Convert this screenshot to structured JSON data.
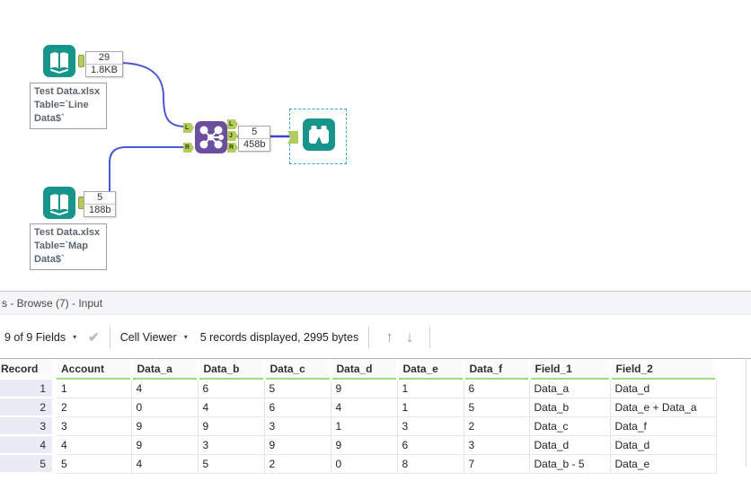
{
  "colors": {
    "teal": "#17958b",
    "purple": "#6c4e9e",
    "anchor-green": "#b4cb5e",
    "anchor-border": "#86a33c",
    "wire-blue": "#4a58d4",
    "wire-blue-dark": "#4444c8",
    "selection-blue": "#3ea1e6",
    "green-underline": "#9ade7c"
  },
  "canvas": {
    "tools": {
      "input1": {
        "count": "29",
        "size": "1.8KB",
        "label1": "Test Data.xlsx",
        "label2": "Table=`Line",
        "label3": "Data$`"
      },
      "input2": {
        "count": "5",
        "size": "188b",
        "label1": "Test Data.xlsx",
        "label2": "Table=`Map",
        "label3": "Data$`"
      },
      "join": {
        "count": "5",
        "size": "458b",
        "in_top": "L",
        "in_bottom": "R",
        "out_top": "L",
        "out_mid": "J",
        "out_bottom": "R"
      }
    }
  },
  "panel": {
    "title": "s - Browse (7) - Input",
    "toolbar": {
      "fields": "9 of 9 Fields",
      "caret": "▾",
      "check": "✔",
      "cell_viewer": "Cell Viewer",
      "records": "5 records displayed, 2995 bytes",
      "up": "↑",
      "down": "↓"
    },
    "table": {
      "columns": [
        "Record",
        "Account",
        "Data_a",
        "Data_b",
        "Data_c",
        "Data_d",
        "Data_e",
        "Data_f",
        "Field_1",
        "Field_2"
      ],
      "rows": [
        [
          "1",
          "1",
          "4",
          "6",
          "5",
          "9",
          "1",
          "6",
          "Data_a",
          "Data_d"
        ],
        [
          "2",
          "2",
          "0",
          "4",
          "6",
          "4",
          "1",
          "5",
          "Data_b",
          "Data_e + Data_a"
        ],
        [
          "3",
          "3",
          "9",
          "9",
          "3",
          "1",
          "3",
          "2",
          "Data_c",
          "Data_f"
        ],
        [
          "4",
          "4",
          "9",
          "3",
          "9",
          "9",
          "6",
          "3",
          "Data_d",
          "Data_d"
        ],
        [
          "5",
          "5",
          "4",
          "5",
          "2",
          "0",
          "8",
          "7",
          "Data_b - 5",
          "Data_e"
        ]
      ]
    }
  }
}
